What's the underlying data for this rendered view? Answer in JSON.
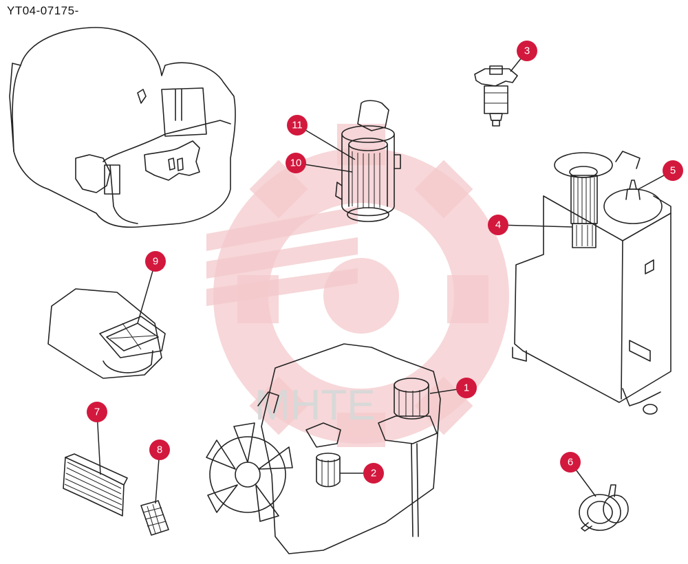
{
  "diagram_ref": "YT04-07175-",
  "watermark_text": "MHTE",
  "badge_color": "#d3183d",
  "callouts": [
    {
      "label": "1"
    },
    {
      "label": "2"
    },
    {
      "label": "3"
    },
    {
      "label": "4"
    },
    {
      "label": "5"
    },
    {
      "label": "6"
    },
    {
      "label": "7"
    },
    {
      "label": "8"
    },
    {
      "label": "9"
    },
    {
      "label": "10"
    },
    {
      "label": "11"
    }
  ]
}
